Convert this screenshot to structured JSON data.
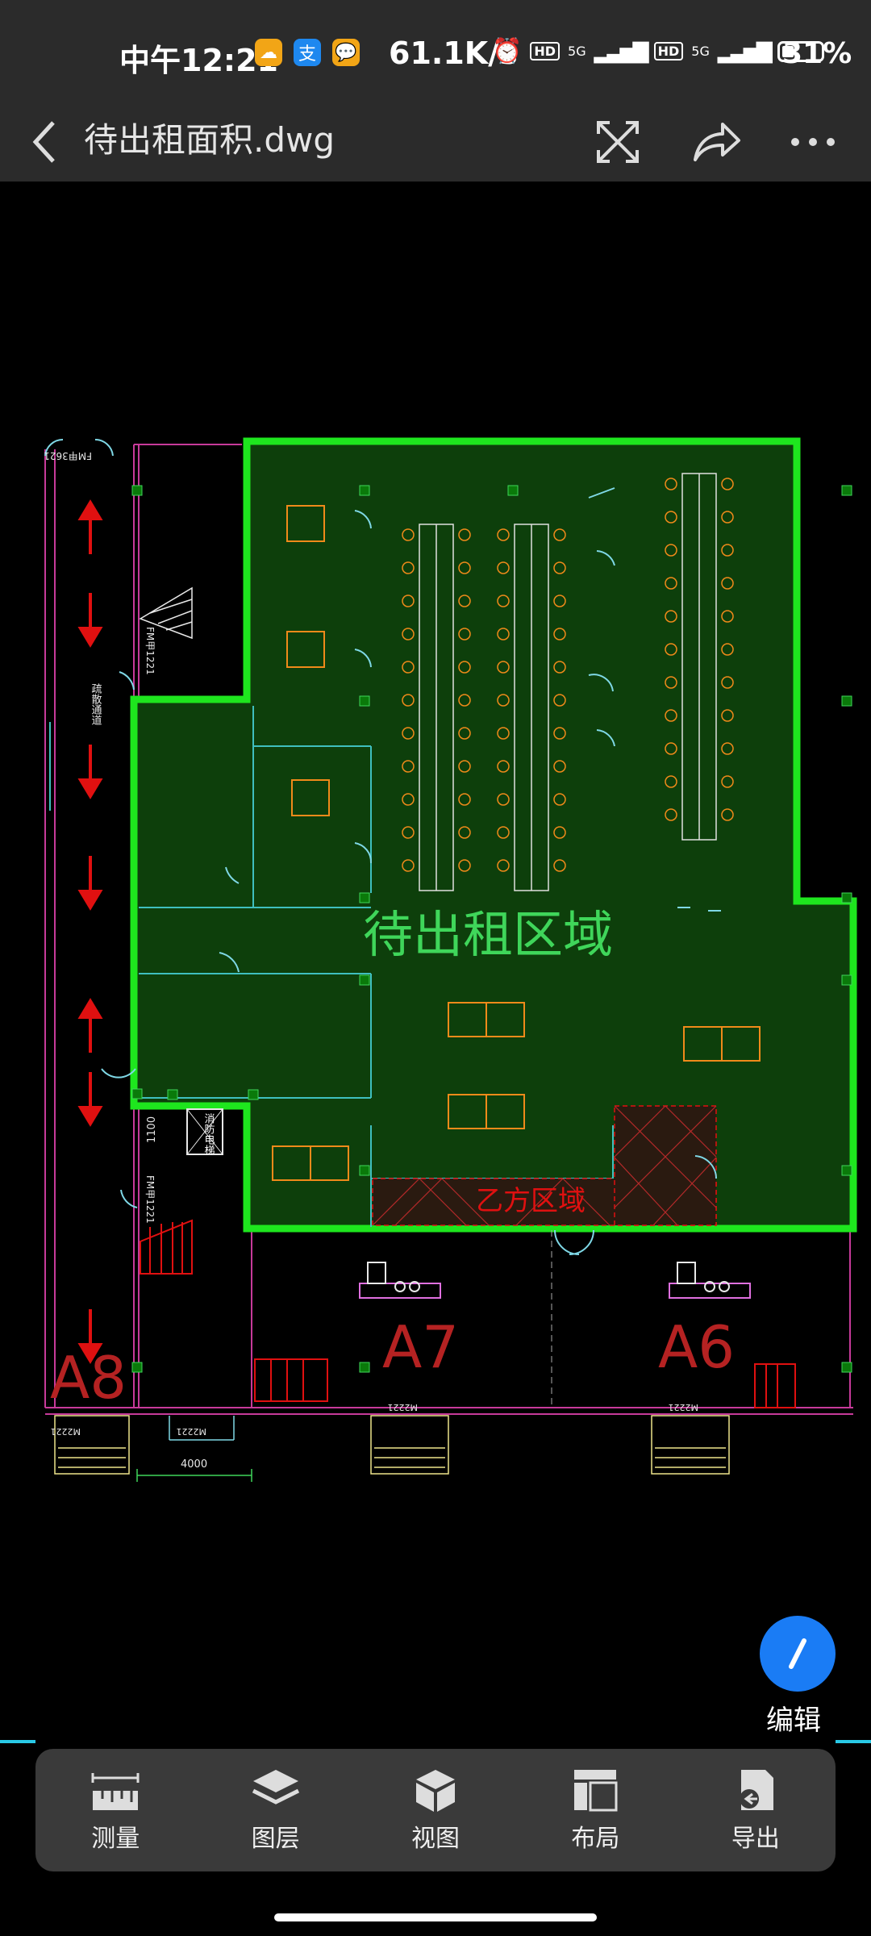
{
  "status_bar": {
    "time": "中午12:21",
    "net_speed": "61.1K/s",
    "hd_badge": "HD",
    "signal_label": "5G",
    "battery_text": "31%",
    "battery_fraction": 0.31
  },
  "header": {
    "title": "待出租面积.dwg"
  },
  "drawing": {
    "main_label": "待出租区域",
    "secondary_label": "乙方区域",
    "unit_a8": "A8",
    "unit_a7": "A7",
    "unit_a6": "A6",
    "door_fm3621": "FM甲3621",
    "door_fm1": "FM甲1221",
    "door_fm2": "FM甲1221",
    "door_m2221_a": "M2221",
    "door_m2221_b": "M2221",
    "door_m2221_c": "M2221",
    "door_m2221_d": "M2221",
    "dim_4000": "4000",
    "dim_1100": "1100",
    "elevator_label": "消防电梯",
    "corridor_label": "疏散通道"
  },
  "fab": {
    "label": "编辑"
  },
  "toolbar": {
    "items": [
      {
        "label": "测量",
        "icon": "ruler-icon"
      },
      {
        "label": "图层",
        "icon": "layers-icon"
      },
      {
        "label": "视图",
        "icon": "cube-icon"
      },
      {
        "label": "布局",
        "icon": "layout-icon"
      },
      {
        "label": "导出",
        "icon": "export-icon"
      }
    ]
  },
  "colors": {
    "green_outline": "#1ee61e",
    "green_fill": "#0d3f0b",
    "accent_blue": "#1a7cf5",
    "cyan": "#29c9e6",
    "red": "#e01010"
  }
}
